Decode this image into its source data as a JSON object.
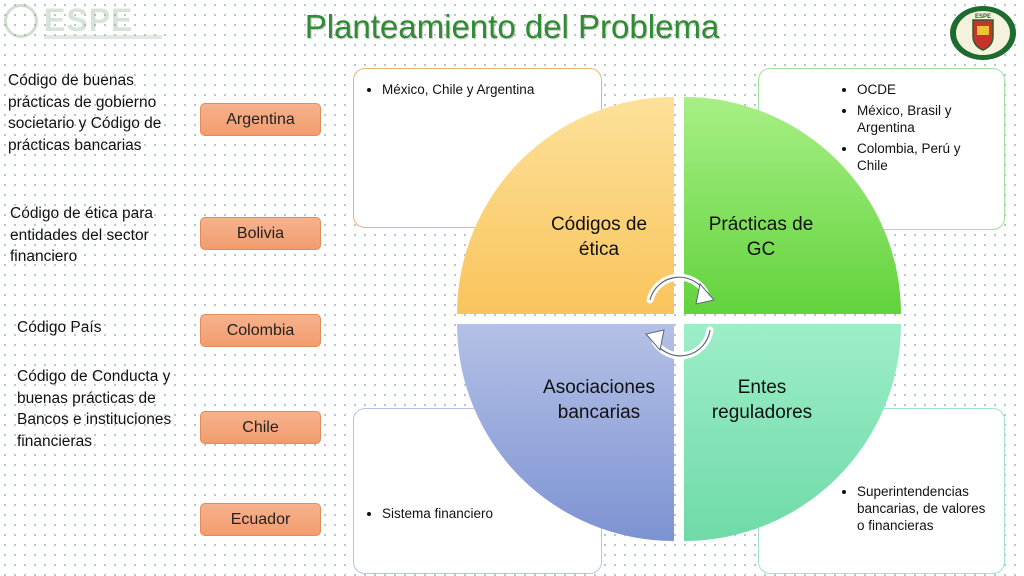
{
  "header": {
    "title": "Planteamiento del Problema",
    "logo_text": "ESPE",
    "seal_text": "ESPE"
  },
  "left_items": [
    {
      "description": "Código de buenas prácticas de gobierno societario y Código de prácticas bancarias",
      "country": "Argentina"
    },
    {
      "description": "Código de ética para entidades del sector financiero",
      "country": "Bolivia"
    },
    {
      "description": "Código País",
      "country": "Colombia"
    },
    {
      "description": "Código de Conducta y buenas prácticas de Bancos e instituciones financieras",
      "country": "Chile"
    },
    {
      "description": "",
      "country": "Ecuador"
    }
  ],
  "quadrants": {
    "top_left": "Códigos de ética",
    "top_right": "Prácticas de GC",
    "bottom_left": "Asociaciones bancarias",
    "bottom_right": "Entes reguladores"
  },
  "cards": {
    "top_left": [
      "México, Chile y Argentina"
    ],
    "top_right": [
      "OCDE",
      "México, Brasil y Argentina",
      "Colombia, Perú y Chile"
    ],
    "bottom_left": [
      "Sistema financiero"
    ],
    "bottom_right": [
      "Superintendencias bancarias, de valores o financieras"
    ]
  },
  "colors": {
    "title": "#2f8c33",
    "country_box": "#f4a57b",
    "quad_orange": "#fbd078",
    "quad_green": "#80e35a",
    "quad_blue": "#9aaad9",
    "quad_teal": "#86e3b6"
  }
}
